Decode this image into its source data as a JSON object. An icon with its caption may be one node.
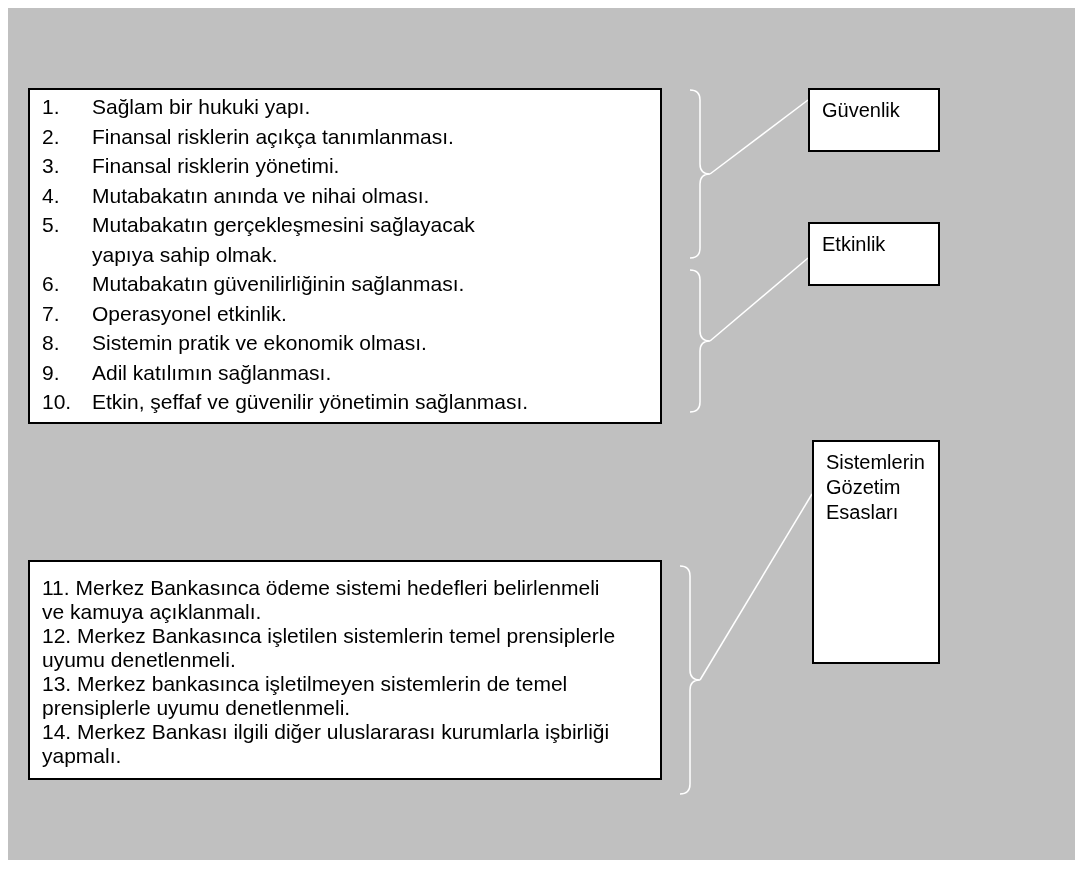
{
  "diagram": {
    "nodes": [
      {
        "text": [
          "1. Sağlam bir hukuki yapı.",
          "2. Finansal risklerin açıkça tanımlanması.",
          "3. Finansal risklerin yönetimi.",
          "4. Mutabakatın anında ve nihai olması.",
          "5. Mutabakatın gerçekleşmesini sağlayacak yapıya sahip olmak.",
          "6. Mutabakatın güvenilirliğinin sağlanması.",
          "7. Operasyonel etkinlik.",
          "8. Sistemin pratik ve ekonomik olması.",
          "9. Adil katılımın sağlanması.",
          "10. Etkin, şeffaf ve güvenilir yönetimin sağlanması."
        ]
      },
      {
        "text": [
          "Güvenlik"
        ]
      },
      {
        "text": [
          "Etkinlik"
        ]
      },
      {
        "text": [
          "Sistemlerin Gözetim Esasları"
        ]
      },
      {
        "text": [
          "11. Merkez Bankasınca ödeme sistemi hedefleri belirlenmeli ve kamuya açıklanmalı.",
          "12. Merkez Bankasınca işletilen sistemlerin temel prensiplerle uyumu denetlenmeli.",
          "13. Merkez bankasınca işletilmeyen sistemlerin de temel prensiplerle uyumu denetlenmeli.",
          "14. Merkez Bankası ilgili diğer uluslararası kurumlarla işbirliği yapmalı."
        ]
      }
    ],
    "edges": [
      {
        "from": 0,
        "to": 1,
        "arrow": "none"
      },
      {
        "from": 0,
        "to": 2,
        "arrow": "none"
      },
      {
        "from": 4,
        "to": 3,
        "arrow": "none"
      }
    ]
  }
}
